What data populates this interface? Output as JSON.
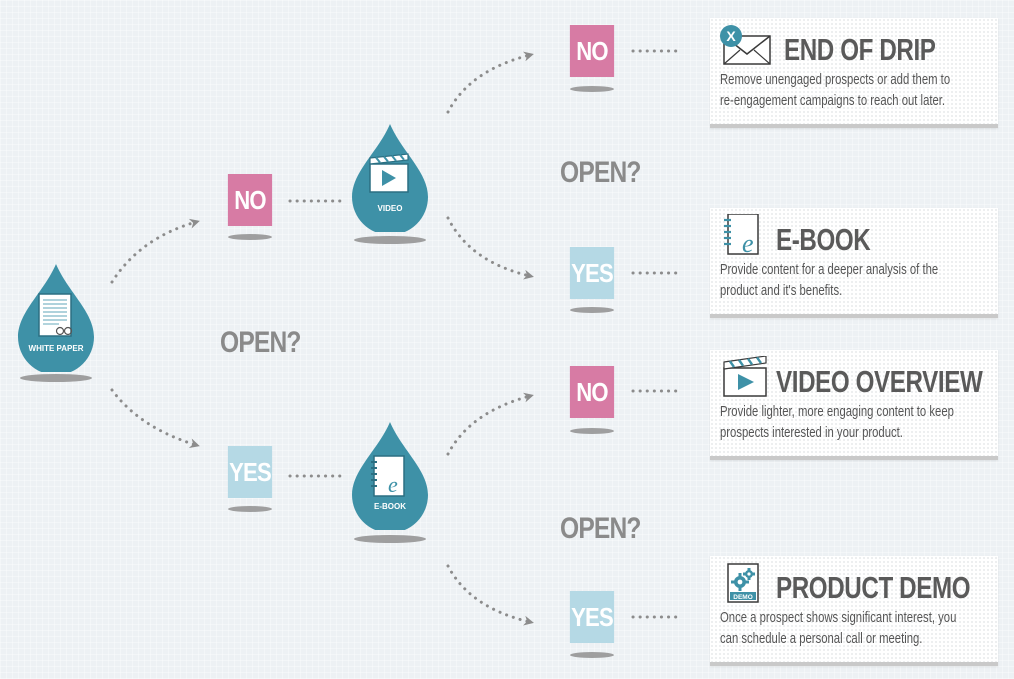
{
  "colors": {
    "drop": "#3e91a7",
    "no_box": "#d77ba4",
    "yes_box": "#b5d9e5",
    "text_gray": "#8a8a8a"
  },
  "drops": {
    "white_paper": {
      "label": "WHITE PAPER",
      "icon": "document-icon"
    },
    "video": {
      "label": "VIDEO",
      "icon": "clapperboard-icon"
    },
    "ebook": {
      "label": "E-BOOK",
      "icon": "notebook-icon"
    }
  },
  "decisions": {
    "first": {
      "question": "OPEN?",
      "no": "NO",
      "yes": "YES"
    },
    "video_branch": {
      "question": "OPEN?",
      "no": "NO",
      "yes": "YES"
    },
    "ebook_branch": {
      "question": "OPEN?",
      "no": "NO",
      "yes": "YES"
    }
  },
  "cards": [
    {
      "title": "END OF DRIP",
      "icon": "envelope-x-icon",
      "line1": "Remove unengaged prospects or add them to",
      "line2": "re-engagement campaigns to reach out later."
    },
    {
      "title": "E-BOOK",
      "icon": "ebook-icon",
      "line1": "Provide content for a deeper analysis of the",
      "line2": "product and it's benefits."
    },
    {
      "title": "VIDEO OVERVIEW",
      "icon": "clapperboard-icon",
      "line1": "Provide lighter, more engaging content to keep",
      "line2": "prospects interested in your product."
    },
    {
      "title": "PRODUCT DEMO",
      "icon": "gears-demo-icon",
      "icon_label": "DEMO",
      "line1": "Once a prospect shows significant interest, you",
      "line2": "can schedule a personal call or meeting."
    }
  ]
}
